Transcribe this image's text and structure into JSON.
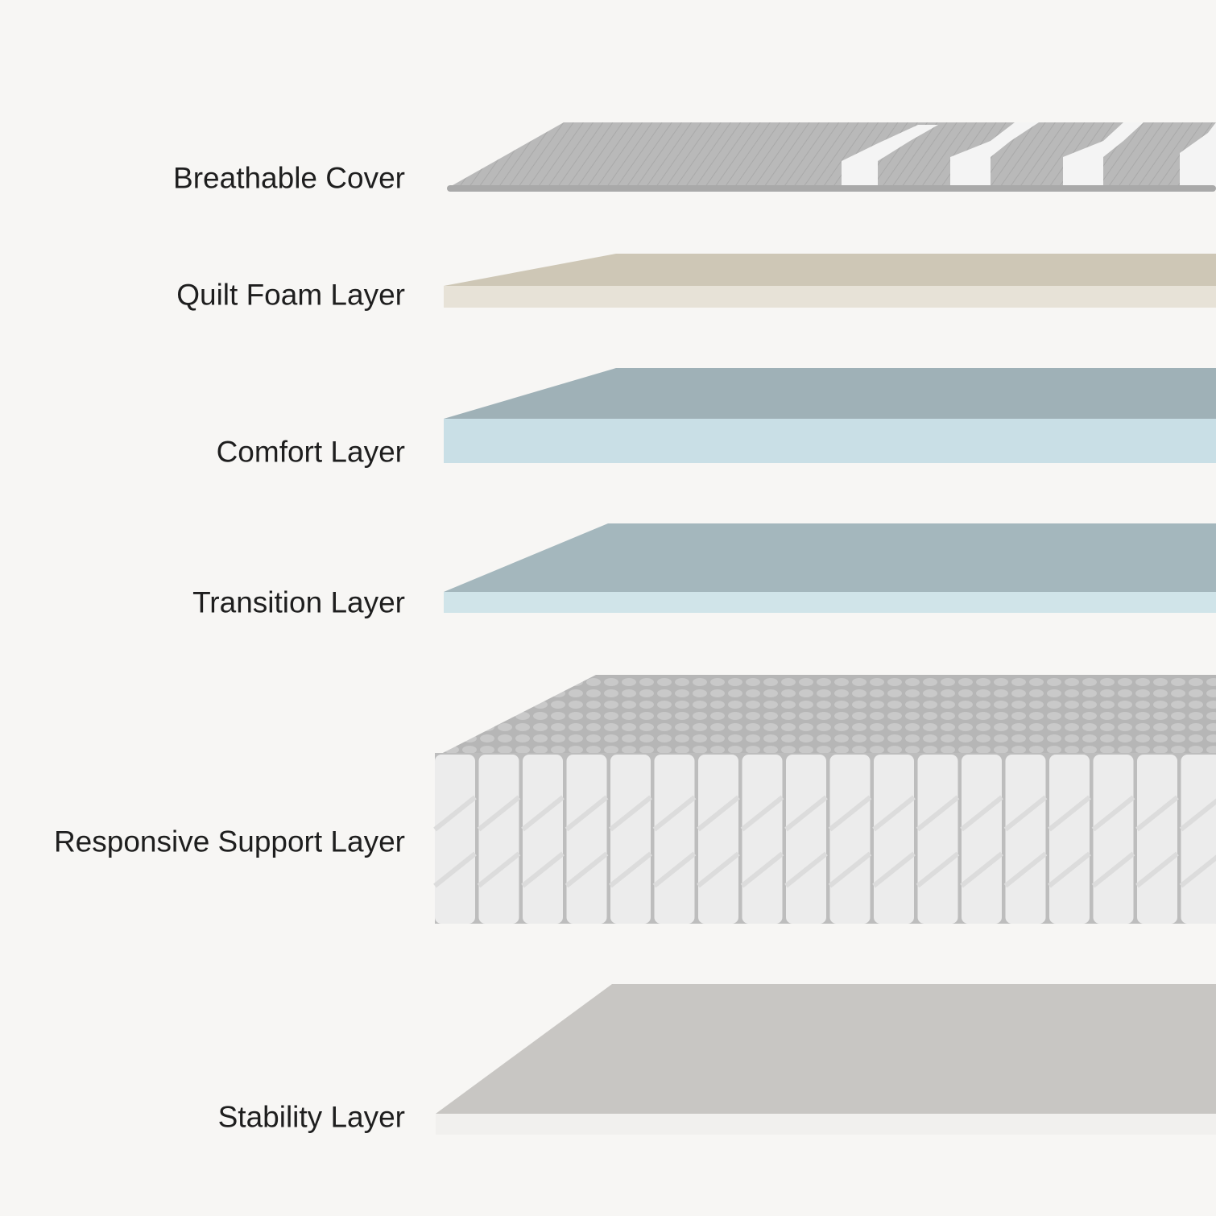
{
  "layers": [
    {
      "label": "Breathable Cover"
    },
    {
      "label": "Quilt Foam Layer"
    },
    {
      "label": "Comfort Layer"
    },
    {
      "label": "Transition Layer"
    },
    {
      "label": "Responsive Support Layer"
    },
    {
      "label": "Stability Layer"
    }
  ],
  "colors": {
    "background": "#f7f6f4",
    "cover": "#b9b9b9",
    "quilt_top": "#cec7b6",
    "quilt_front": "#e7e2d7",
    "comfort_top": "#9fb1b7",
    "comfort_front": "#c9dfe6",
    "transition_top": "#a4b7bd",
    "transition_front": "#d0e4e9",
    "support_top": "#b4b4b4",
    "support_front": "#ececec",
    "stability_top": "#c8c6c3",
    "stability_front": "#f1f0ee"
  }
}
